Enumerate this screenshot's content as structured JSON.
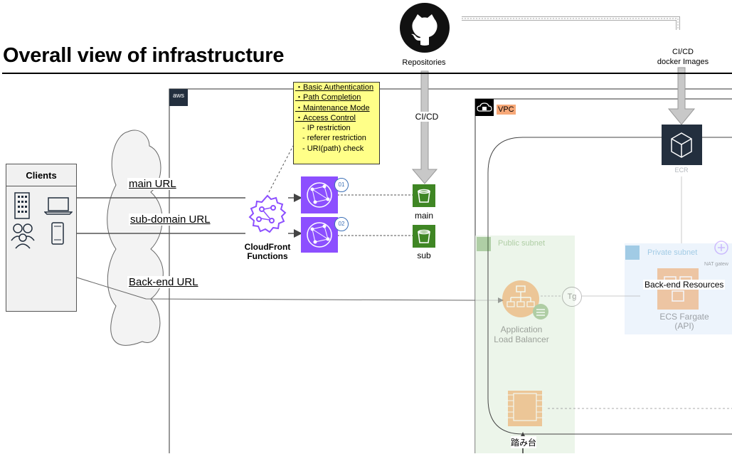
{
  "title": "Overall view of infrastructure",
  "clients": {
    "title": "Clients"
  },
  "urls": {
    "main": "main URL",
    "sub_domain": "sub-domain URL",
    "back_end": "Back-end URL"
  },
  "cloudfront": {
    "line1": "CloudFront",
    "line2": "Functions",
    "badge1": "01",
    "badge2": "02"
  },
  "features": {
    "basic_auth": "・Basic Authentication",
    "path_completion": "・Path Completion",
    "maintenance_mode": "・Maintenance Mode",
    "access_control": "・Access Control",
    "ip_restriction": "- IP restriction",
    "referer_restriction": "- referer restriction",
    "uri_check": "- URI(path) check"
  },
  "github": {
    "label": "Repositories",
    "cicd": "CI/CD"
  },
  "cicd_docker": {
    "line1": "CI/CD",
    "line2": "docker Images"
  },
  "buckets": {
    "main": "main",
    "sub": "sub"
  },
  "aws": {
    "tag": "aws"
  },
  "vpc": {
    "label": "VPC"
  },
  "ecr": {
    "label": "ECR"
  },
  "public_subnet": {
    "label": "Public subnet"
  },
  "private_subnet": {
    "label": "Private subnet"
  },
  "nat": {
    "label": "NAT gatew"
  },
  "alb": {
    "line1": "Application",
    "line2": "Load Balancer"
  },
  "target_group": {
    "label": "Tg"
  },
  "backend": {
    "label": "Back-end Resources"
  },
  "ecs": {
    "line1": "ECS Fargate",
    "line2": "(API)"
  },
  "bastion": {
    "label": "踏み台"
  },
  "colors": {
    "note_bg": "#ffff88",
    "s3_green": "#3f8624",
    "cloudfront_purple": "#8c4fff",
    "alb_orange": "#ed7100",
    "vpc_tag": "#f7a878"
  }
}
